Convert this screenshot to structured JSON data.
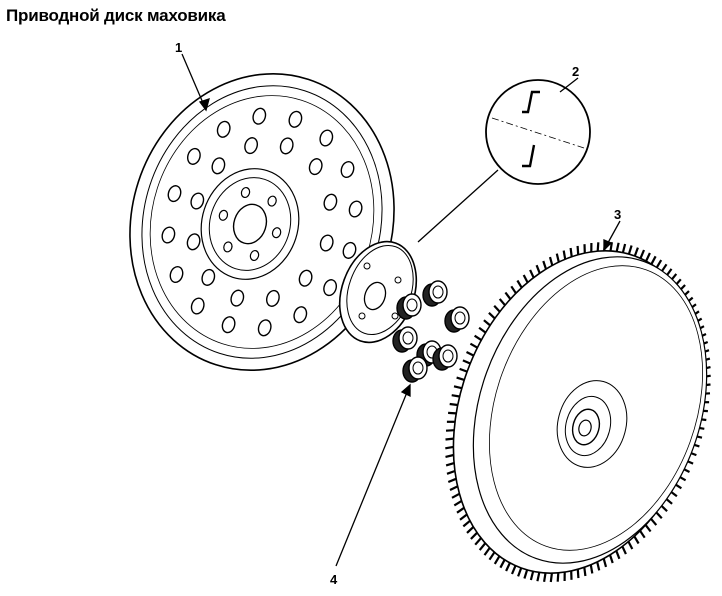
{
  "title": "Приводной диск маховика",
  "callouts": {
    "c1": "1",
    "c2": "2",
    "c3": "3",
    "c4": "4"
  }
}
